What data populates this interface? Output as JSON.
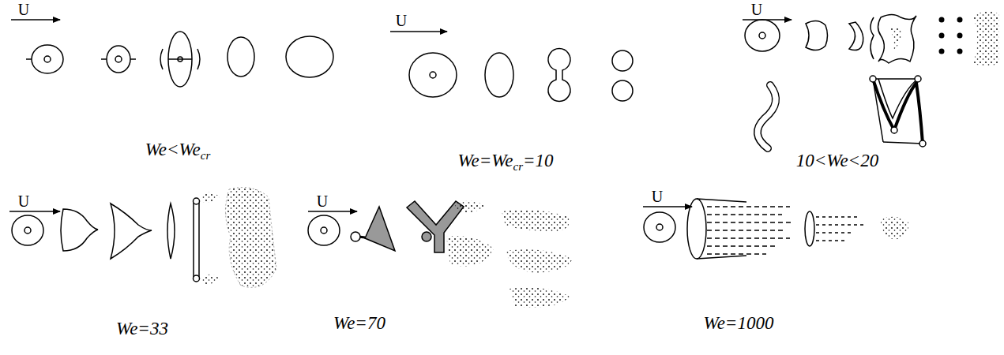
{
  "diagram": {
    "labels": [
      "U",
      "We<We",
      "cr",
      "U",
      "We=We",
      "cr",
      "=10",
      "U",
      "10<We<20",
      "U",
      "We=33",
      "U",
      "We=70",
      "U",
      "We=1000"
    ]
  }
}
